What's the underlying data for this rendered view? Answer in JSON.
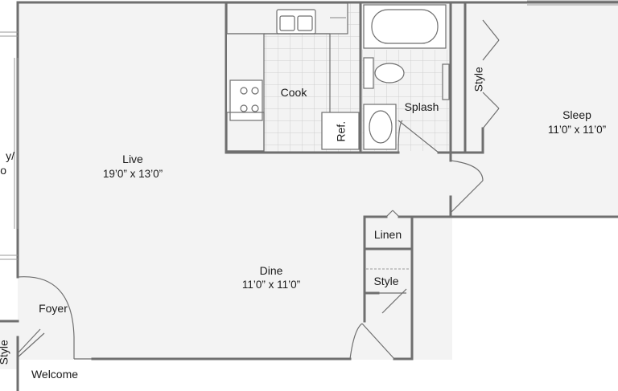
{
  "floorplan": {
    "rooms": {
      "live": {
        "name": "Live",
        "size": "19’0” x 13’0”"
      },
      "dine": {
        "name": "Dine",
        "size": "11’0” x 11’0”"
      },
      "sleep": {
        "name": "Sleep",
        "size": "11’0” x 11’0”"
      },
      "cook": {
        "name": "Cook"
      },
      "splash": {
        "name": "Splash"
      },
      "foyer": {
        "name": "Foyer"
      },
      "welcome": {
        "name": "Welcome"
      },
      "linen": {
        "name": "Linen"
      },
      "refrigerator": {
        "name": "Ref."
      },
      "style_bedroom": {
        "name": "Style"
      },
      "style_hall": {
        "name": "Style"
      },
      "style_entry": {
        "name": "Style"
      },
      "balcony_partial": {
        "name": "y/",
        "line2": "o"
      }
    },
    "colors": {
      "wall": "#6f6f6f",
      "floor": "#f3f3f3",
      "tile": "#c9c9c9",
      "text": "#1a1a1a"
    }
  }
}
